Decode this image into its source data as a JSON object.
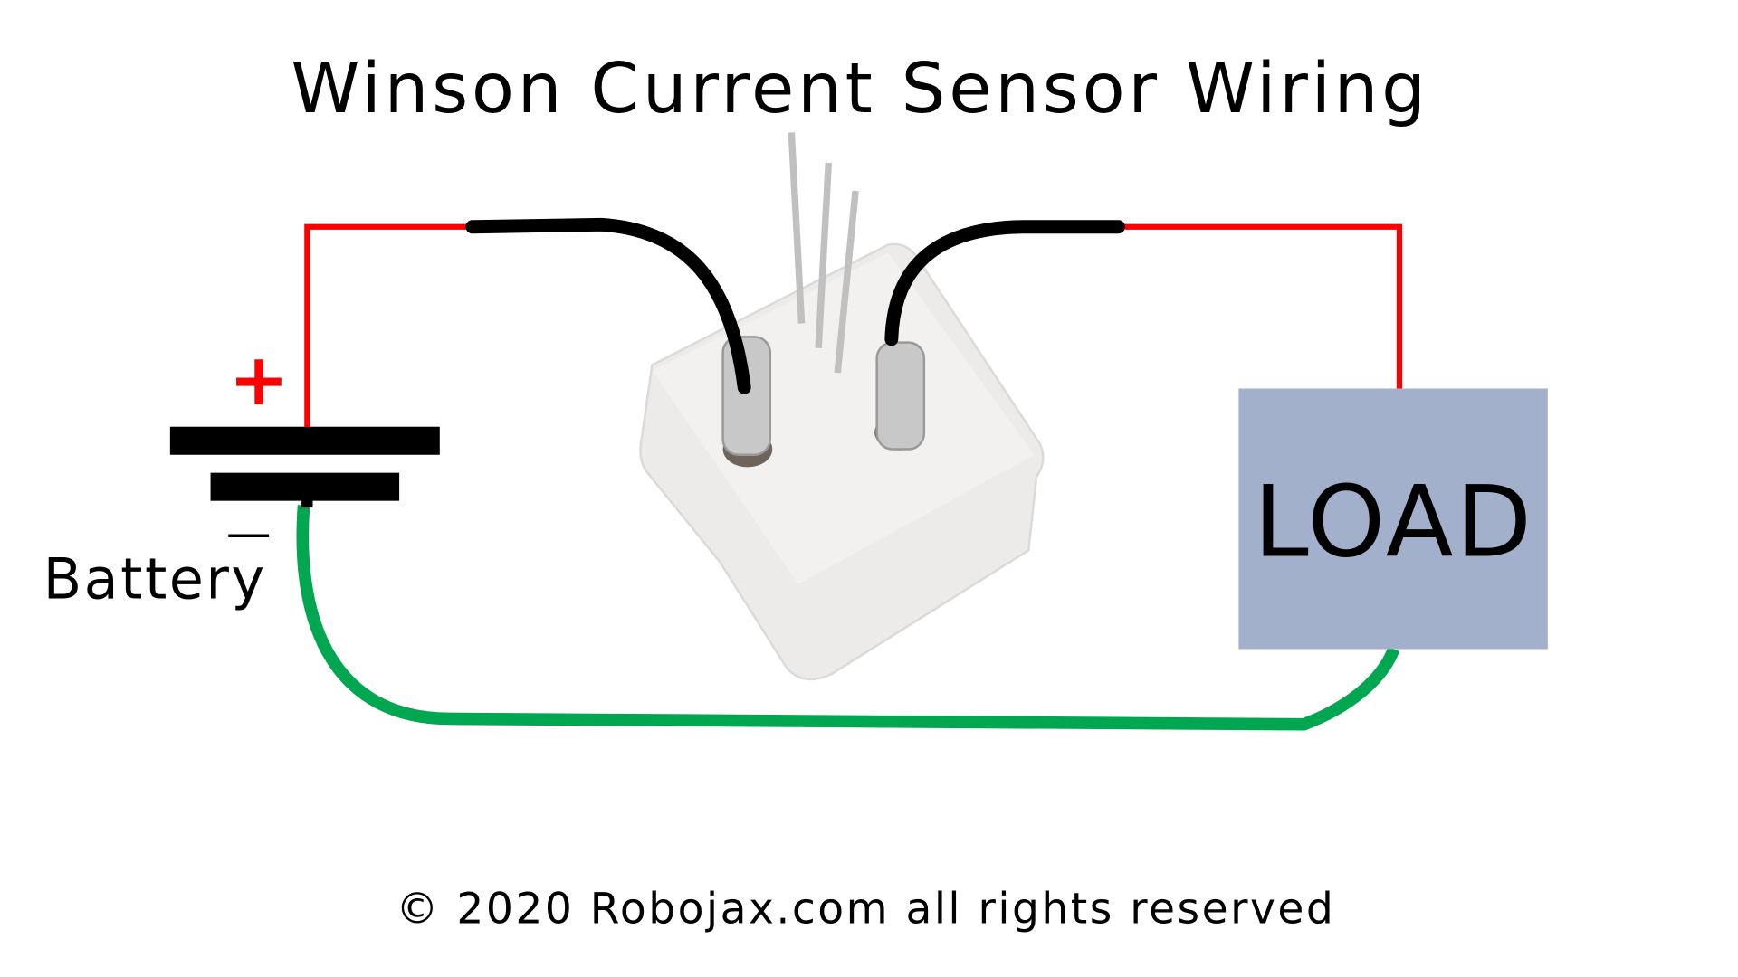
{
  "title": "Winson Current Sensor Wiring",
  "battery": {
    "label": "Battery",
    "plus": "+",
    "minus": "—"
  },
  "load": {
    "label": "LOAD"
  },
  "footer": "© 2020 Robojax.com all rights reserved",
  "colors": {
    "positive_wire": "#ff0000",
    "return_wire": "#00a650",
    "sensor_lead": "#000000",
    "load_box": "#a2b0cb",
    "sensor_body": "#ecebea"
  }
}
